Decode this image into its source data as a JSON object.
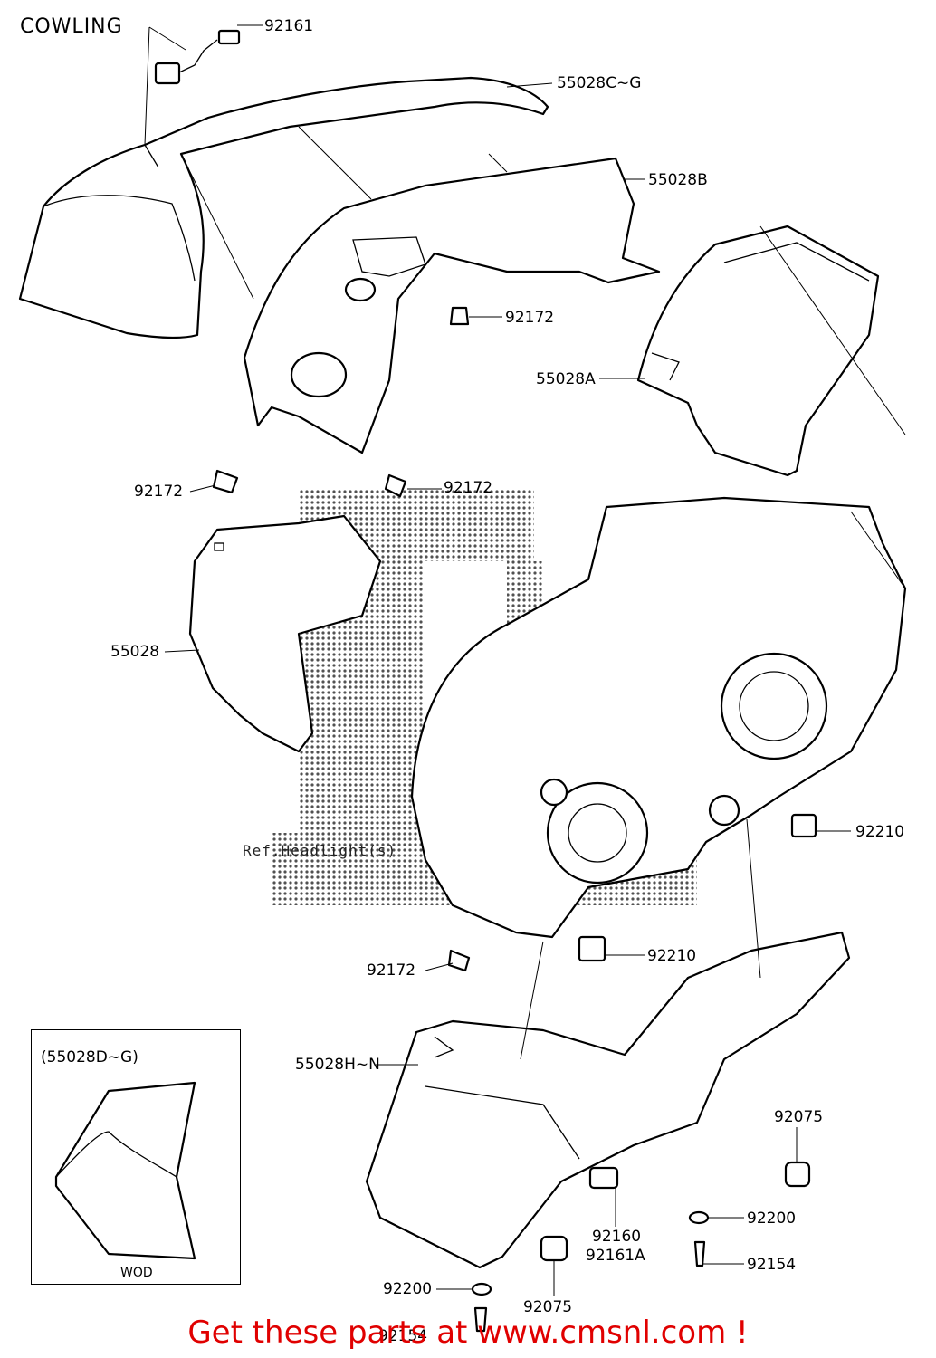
{
  "title": "COWLING",
  "reference_text": "Ref.Headlight(s)",
  "inset": {
    "header": "(55028D~G)",
    "footer": "WOD"
  },
  "labels": {
    "l92161": "92161",
    "l55028CG": "55028C~G",
    "l55028B": "55028B",
    "l92172a": "92172",
    "l55028A": "55028A",
    "l92172b": "92172",
    "l92172c": "92172",
    "l55028": "55028",
    "l92210a": "92210",
    "l92172d": "92172",
    "l92210b": "92210",
    "l55028HN": "55028H~N",
    "l92075a": "92075",
    "l92200a": "92200",
    "l92160": "92160",
    "l92161A": "92161A",
    "l92154a": "92154",
    "l92200b": "92200",
    "l92075b": "92075",
    "l92154b": "92154"
  },
  "banner": "Get these parts at www.cmsnl.com !",
  "colors": {
    "banner": "#e00000",
    "line": "#000000",
    "background": "#ffffff"
  }
}
